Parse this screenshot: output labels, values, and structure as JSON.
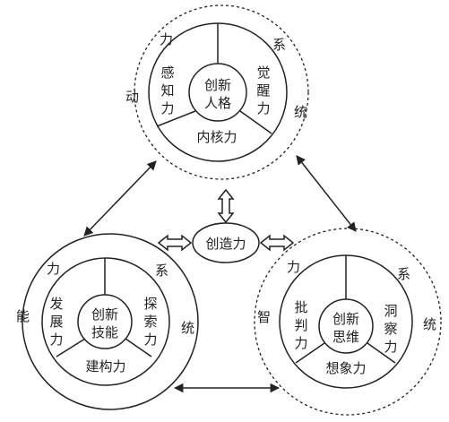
{
  "center": {
    "label": "创造力"
  },
  "top_system": {
    "ring_label_chars": [
      "动",
      "力",
      "系",
      "统"
    ],
    "core_lines": [
      "创新",
      "人格"
    ],
    "left_lines": [
      "感",
      "知",
      "力"
    ],
    "right_lines": [
      "觉",
      "醒",
      "力"
    ],
    "bottom_label": "内核力"
  },
  "left_system": {
    "ring_label_chars": [
      "能",
      "力",
      "系",
      "统"
    ],
    "core_lines": [
      "创新",
      "技能"
    ],
    "left_lines": [
      "发",
      "展",
      "力"
    ],
    "right_lines": [
      "探",
      "索",
      "力"
    ],
    "bottom_label": "建构力"
  },
  "right_system": {
    "ring_label_chars": [
      "智",
      "力",
      "系",
      "统"
    ],
    "core_lines": [
      "创新",
      "思维"
    ],
    "left_lines": [
      "批",
      "判",
      "力"
    ],
    "right_lines": [
      "洞",
      "察",
      "力"
    ],
    "bottom_label": "想象力"
  },
  "colors": {
    "stroke": "#222222",
    "background": "#ffffff"
  }
}
